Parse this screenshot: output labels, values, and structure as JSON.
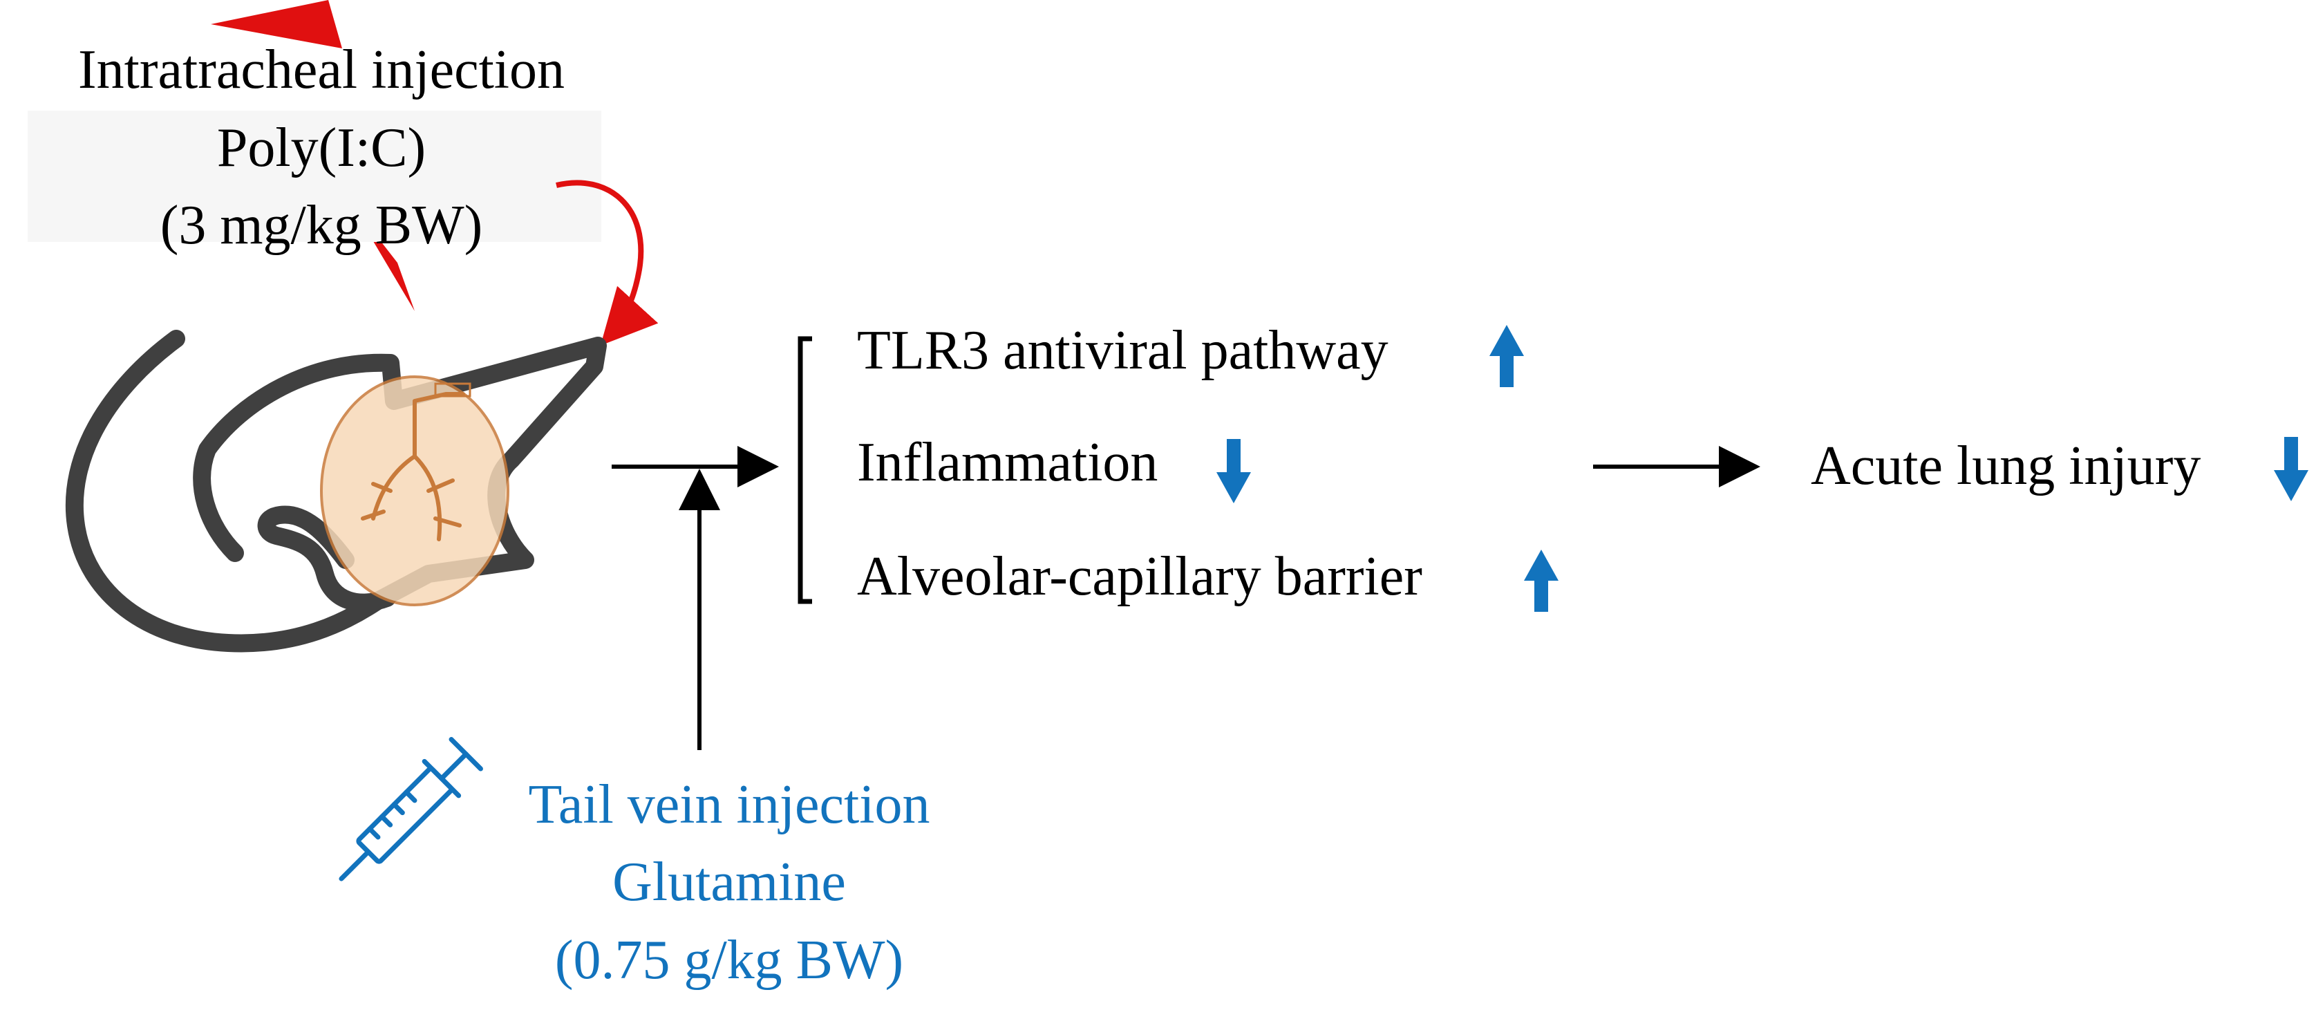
{
  "intratracheal": {
    "line1": "Intratracheal injection",
    "line2": "Poly(I:C)",
    "line3": "(3 mg/kg BW)"
  },
  "tail_vein": {
    "line1": "Tail vein injection",
    "line2": "Glutamine",
    "line3": "(0.75 g/kg BW)"
  },
  "effects": [
    {
      "label": "TLR3 antiviral pathway",
      "direction": "up"
    },
    {
      "label": "Inflammation",
      "direction": "down"
    },
    {
      "label": "Alveolar-capillary barrier",
      "direction": "up"
    }
  ],
  "outcome": {
    "label": "Acute lung injury",
    "direction": "down"
  },
  "icons": {
    "mouse": "mouse-icon",
    "lung": "lung-icon",
    "syringe": "syringe-icon",
    "curved_arrow": "curved-arrow-icon"
  },
  "colors": {
    "text": "#000000",
    "tail_vein_text": "#1273bd",
    "indicator_arrow": "#1273bd",
    "injection_arrow": "#e01010",
    "mouse_outline": "#404040",
    "lung": "#c87a3a"
  }
}
